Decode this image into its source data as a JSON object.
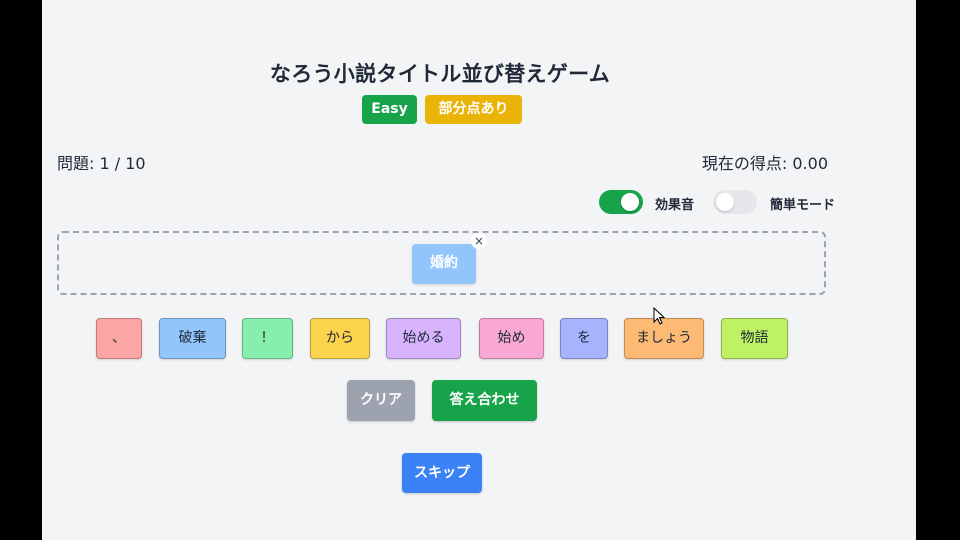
{
  "game": {
    "title": "なろう小説タイトル並び替えゲーム",
    "badges": {
      "difficulty": "Easy",
      "partial_scoring": "部分点あり"
    },
    "question_label": "問題: 1 / 10",
    "score_label": "現在の得点: 0.00"
  },
  "toggles": {
    "sound": {
      "label": "効果音",
      "on": true
    },
    "easy_mode": {
      "label": "簡単モード",
      "on": false
    }
  },
  "answer_area": {
    "placed": [
      {
        "text": "婚約",
        "color": "#93c5fd"
      }
    ],
    "remove_symbol": "×"
  },
  "word_bank": [
    {
      "text": "、",
      "color": "#fca5a5"
    },
    {
      "text": "破棄",
      "color": "#93c5fd"
    },
    {
      "text": "！",
      "color": "#86efac"
    },
    {
      "text": "から",
      "color": "#fcd34d"
    },
    {
      "text": "始める",
      "color": "#d8b4fe"
    },
    {
      "text": "始め",
      "color": "#f9a8d4"
    },
    {
      "text": "を",
      "color": "#a5b4fc"
    },
    {
      "text": "ましょう",
      "color": "#fdba74"
    },
    {
      "text": "物語",
      "color": "#bef264"
    }
  ],
  "buttons": {
    "clear": "クリア",
    "check": "答え合わせ",
    "skip": "スキップ"
  },
  "colors": {
    "primary_green": "#16a34a",
    "badge_yellow": "#eab308",
    "skip_blue": "#3b82f6",
    "clear_gray": "#9ca3af",
    "app_background": "#f3f4f6"
  }
}
